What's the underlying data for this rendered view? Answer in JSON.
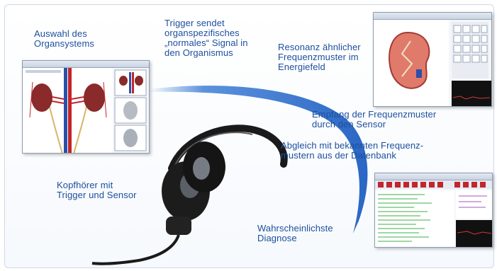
{
  "labels": {
    "auswahl": "Auswahl des\nOrgansystems",
    "trigger": "Trigger sendet\norganspezifisches\n„normales“ Signal in\nden Organismus",
    "resonanz": "Resonanz ähnlicher\nFrequenzmuster im\nEnergiefeld",
    "empfang": "Empfang der Frequenzmuster\ndurch den Sensor",
    "abgleich": "Abgleich mit bekannten Frequenz-\nmustern aus der Datenbank",
    "kopfhoerer": "Kopfhörer mit\nTrigger und Sensor",
    "diagnose": "Wahrscheinlichste\nDiagnose"
  },
  "colors": {
    "text": "#1c4f9c",
    "arc": "#3f7fd6",
    "kidney": "#8a2a2a",
    "vein": "#2c4fa8",
    "artery": "#c0262b",
    "headphone": "#1a1a1a"
  },
  "icons": [
    "headphone-icon",
    "kidney-icon",
    "circulatory-system-icon",
    "kidney-cross-section-icon",
    "database-table-icon"
  ]
}
